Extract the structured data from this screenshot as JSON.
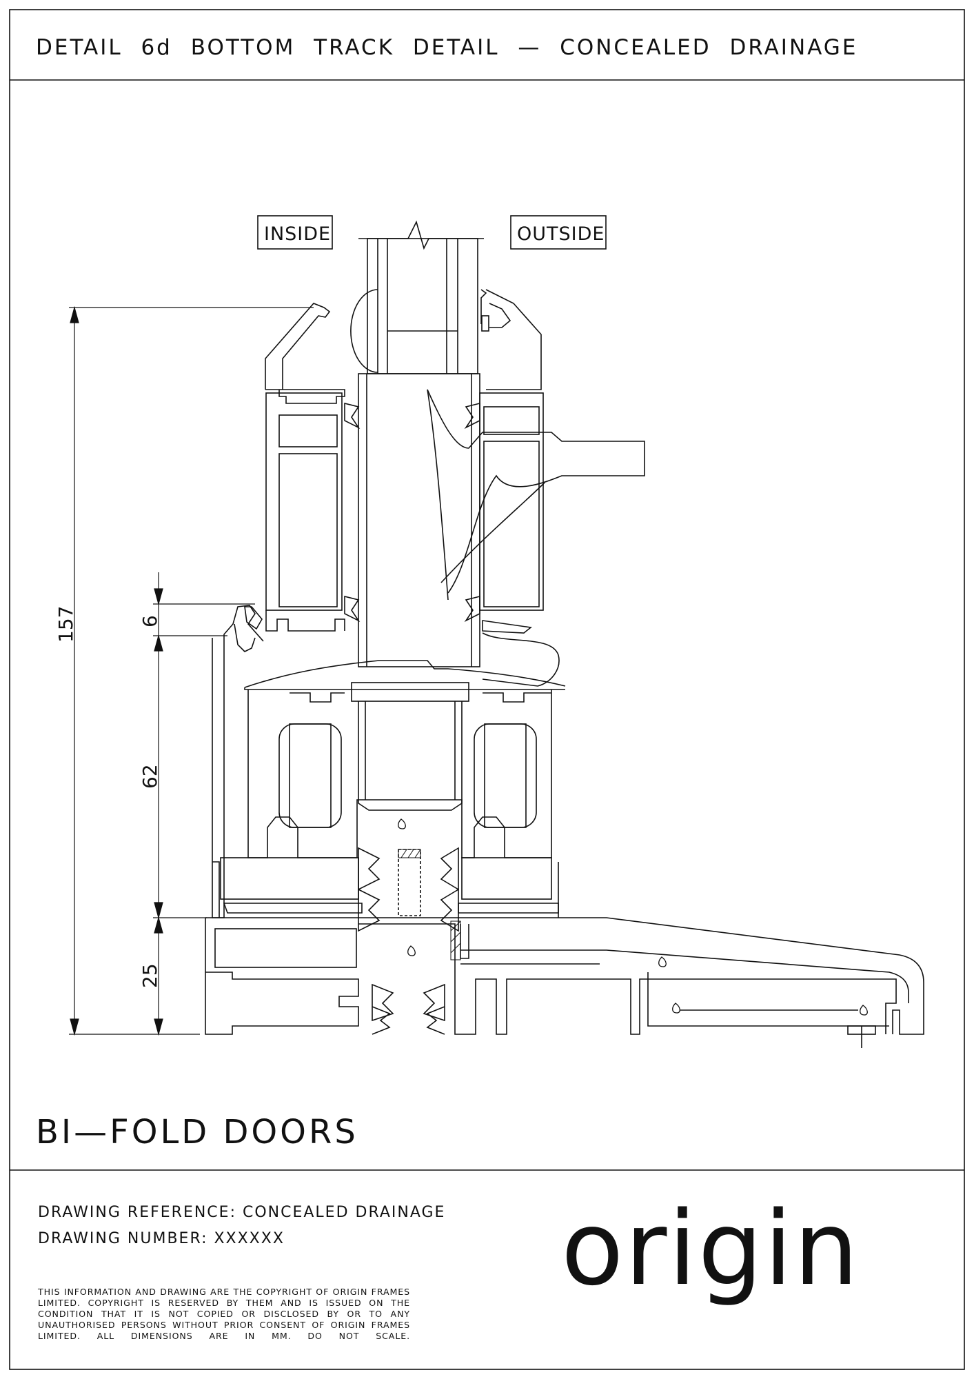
{
  "title": "DETAIL 6d   BOTTOM TRACK DETAIL — CONCEALED DRAINAGE",
  "labels": {
    "inside": "INSIDE",
    "outside": "OUTSIDE"
  },
  "dimensions": {
    "overall": "157",
    "upstand": "6",
    "track": "62",
    "sill": "25"
  },
  "product": "BI—FOLD DOORS",
  "drawing_reference": "DRAWING REFERENCE: CONCEALED DRAINAGE",
  "drawing_number": "DRAWING NUMBER: XXXXXX",
  "copyright": "THIS INFORMATION AND DRAWING ARE THE COPYRIGHT OF ORIGIN FRAMES LIMITED. COPYRIGHT IS RESERVED BY THEM AND IS ISSUED ON THE CONDITION THAT IT IS NOT COPIED OR DISCLOSED BY OR TO ANY UNAUTHORISED PERSONS WITHOUT PRIOR CONSENT OF ORIGIN FRAMES LIMITED. ALL DIMENSIONS ARE IN MM. DO NOT SCALE.",
  "brand": "origin",
  "colors": {
    "ink": "#111111",
    "background": "#ffffff"
  }
}
